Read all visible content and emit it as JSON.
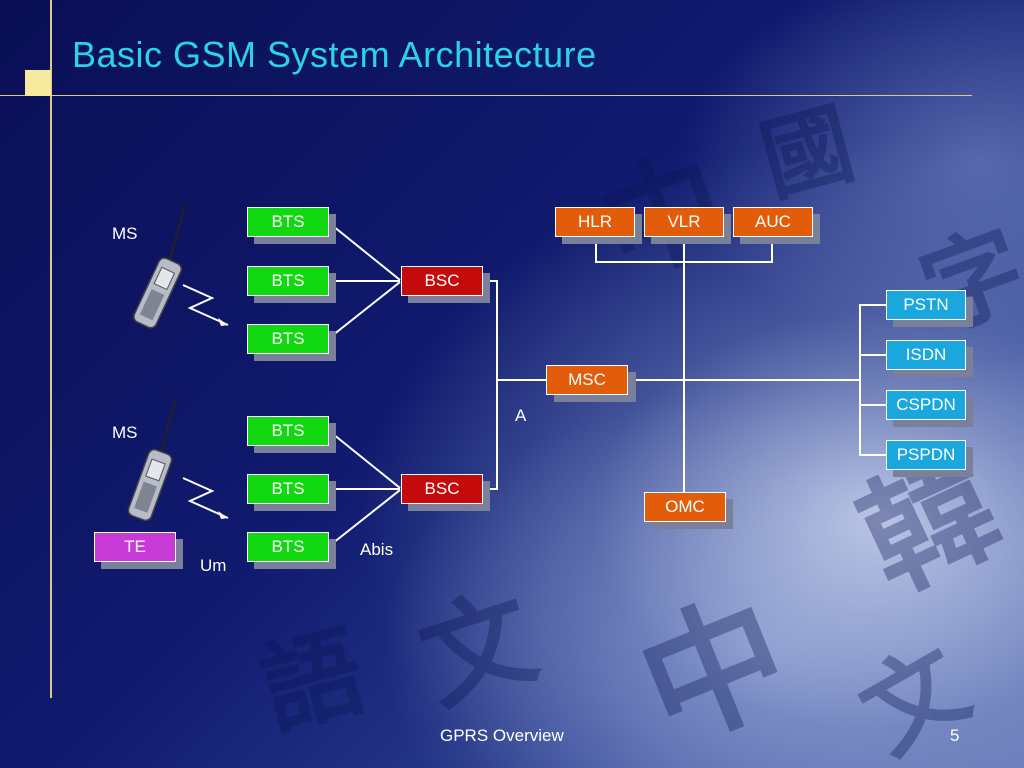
{
  "slide": {
    "title": "Basic GSM System Architecture",
    "footer": "GPRS Overview",
    "page_number": "5"
  },
  "diagram": {
    "ms_top_label": "MS",
    "ms_bottom_label": "MS",
    "bts": [
      "BTS",
      "BTS",
      "BTS",
      "BTS",
      "BTS",
      "BTS"
    ],
    "bsc": [
      "BSC",
      "BSC"
    ],
    "msc": "MSC",
    "hlr": "HLR",
    "vlr": "VLR",
    "auc": "AUC",
    "omc": "OMC",
    "te": "TE",
    "networks": [
      "PSTN",
      "ISDN",
      "CSPDN",
      "PSPDN"
    ],
    "interface_a": "A",
    "interface_abis": "Abis",
    "interface_um": "Um"
  },
  "colors": {
    "title": "#2ad4e6",
    "bts": "#11d811",
    "bsc": "#c40a0a",
    "core": "#e25c0a",
    "network": "#1aa7dd",
    "te": "#c83ad6",
    "rule": "#d9c98a",
    "accent_square": "#f5eaa0"
  },
  "icons": [
    "mobile-phone-icon",
    "radio-link-icon"
  ]
}
